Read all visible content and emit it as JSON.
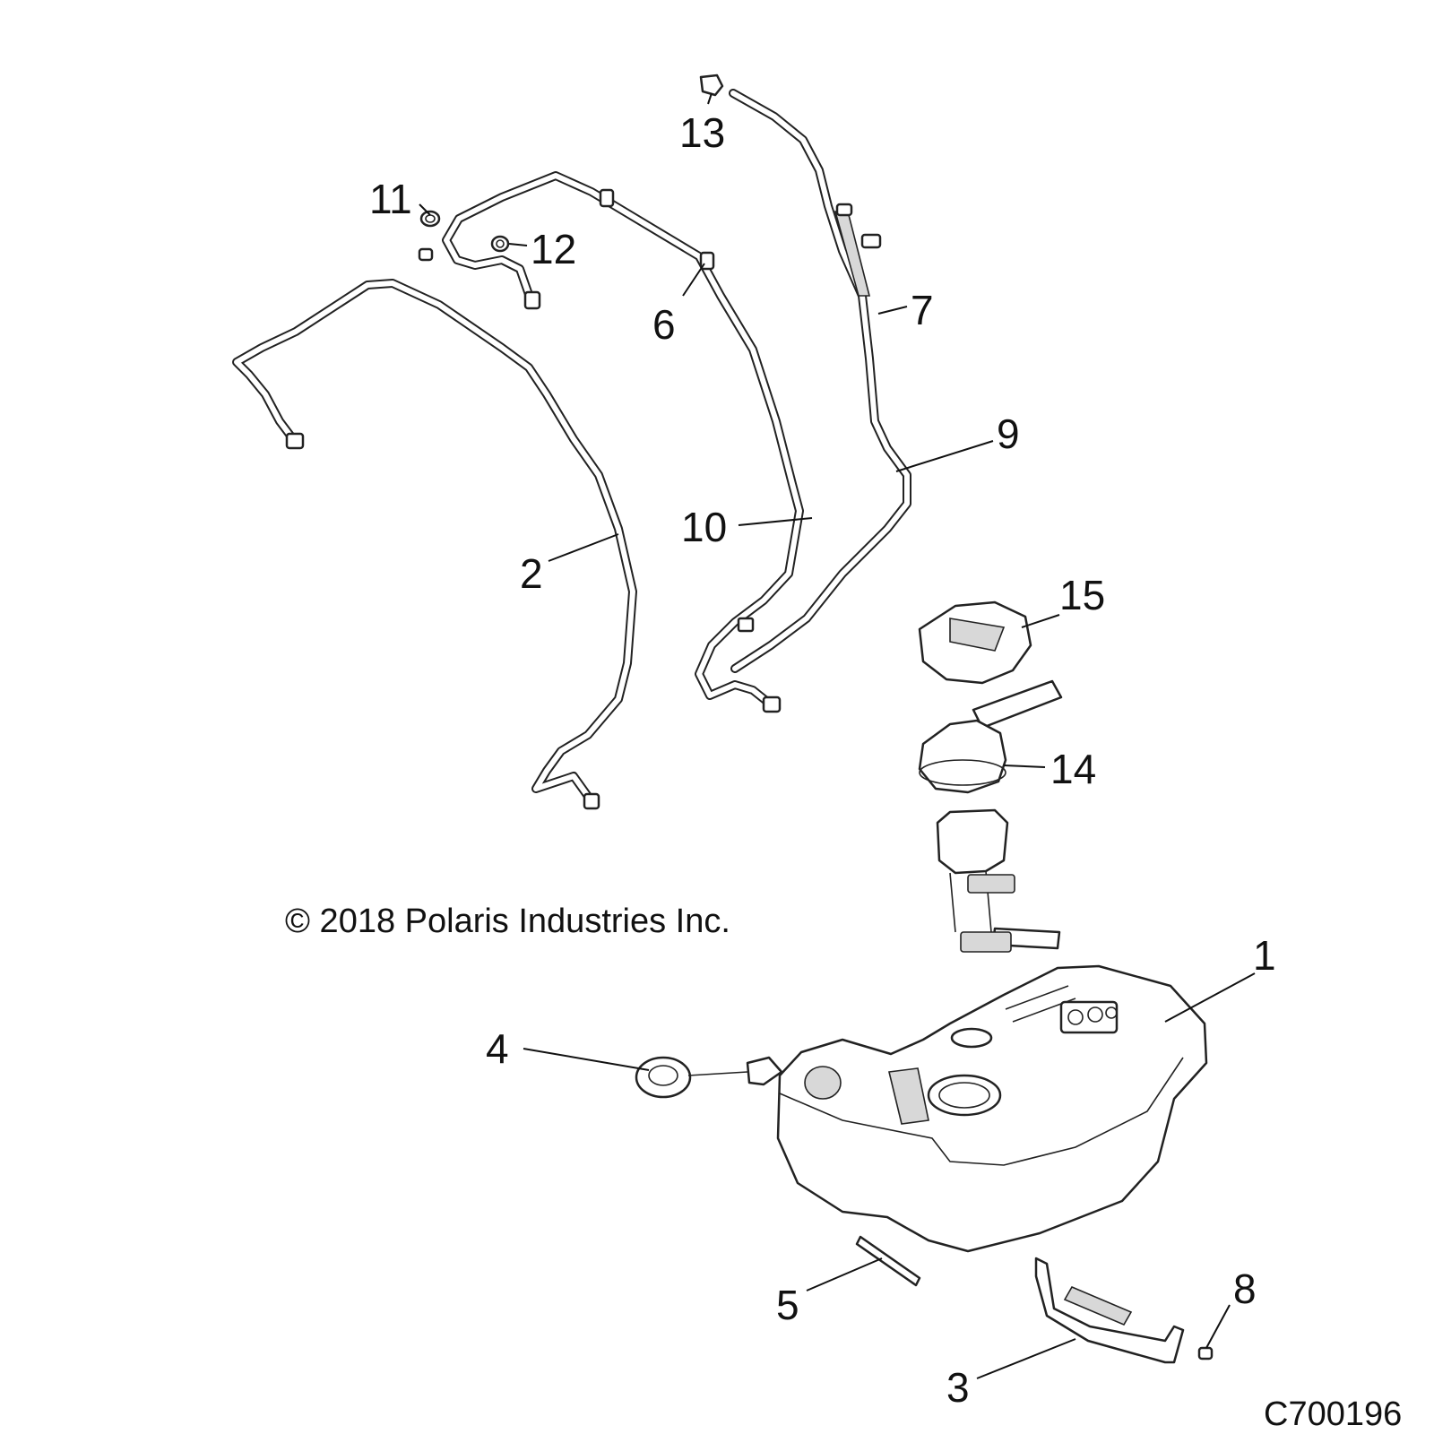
{
  "diagram": {
    "callouts": [
      {
        "id": "1",
        "label": "1"
      },
      {
        "id": "2",
        "label": "2"
      },
      {
        "id": "3",
        "label": "3"
      },
      {
        "id": "4",
        "label": "4"
      },
      {
        "id": "5",
        "label": "5"
      },
      {
        "id": "6",
        "label": "6"
      },
      {
        "id": "7",
        "label": "7"
      },
      {
        "id": "8",
        "label": "8"
      },
      {
        "id": "9",
        "label": "9"
      },
      {
        "id": "10",
        "label": "10"
      },
      {
        "id": "11",
        "label": "11"
      },
      {
        "id": "12",
        "label": "12"
      },
      {
        "id": "13",
        "label": "13"
      },
      {
        "id": "14",
        "label": "14"
      },
      {
        "id": "15",
        "label": "15"
      }
    ],
    "copyright": "© 2018 Polaris Industries Inc.",
    "figure_id": "C700196"
  }
}
